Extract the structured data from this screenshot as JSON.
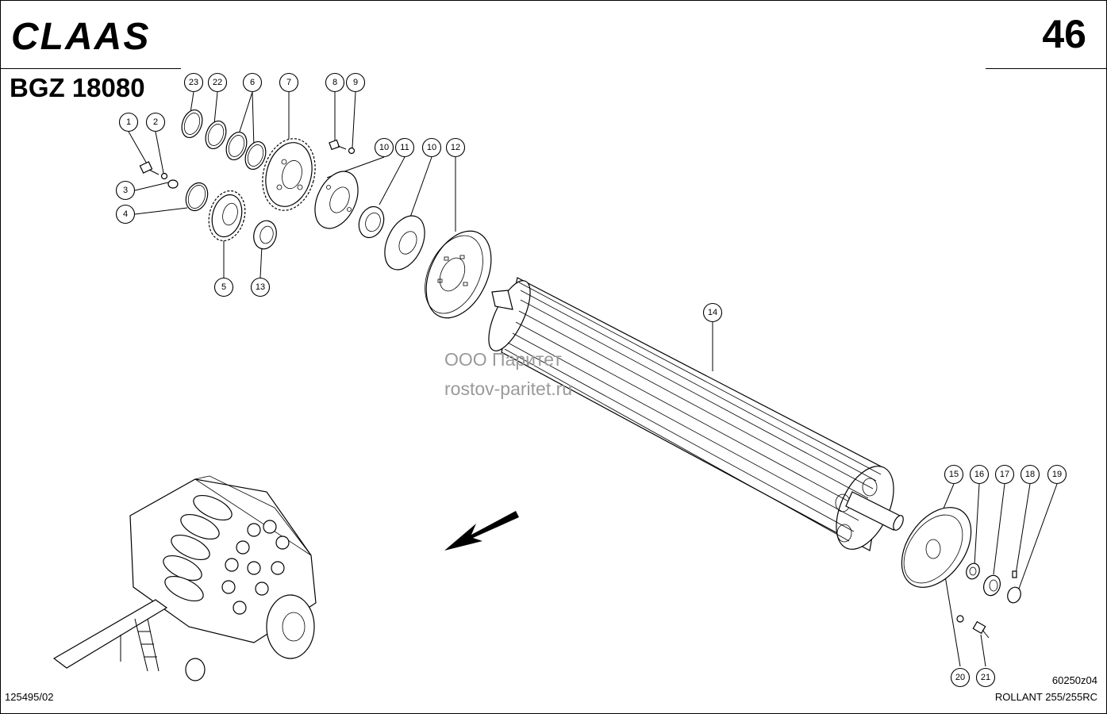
{
  "header": {
    "brand": "CLAAS",
    "page_number": "46",
    "group_code": "BGZ 18080"
  },
  "watermark": {
    "line1": "ООО Паритет",
    "line2": "rostov-paritet.ru"
  },
  "callouts": [
    "1",
    "2",
    "3",
    "4",
    "5",
    "6",
    "7",
    "8",
    "9",
    "10",
    "11",
    "10",
    "12",
    "13",
    "14",
    "15",
    "16",
    "17",
    "18",
    "19",
    "20",
    "21",
    "22",
    "23"
  ],
  "footer": {
    "left": "125495/02",
    "drawing_code": "60250z04",
    "model": "ROLLANT 255/255RC"
  }
}
